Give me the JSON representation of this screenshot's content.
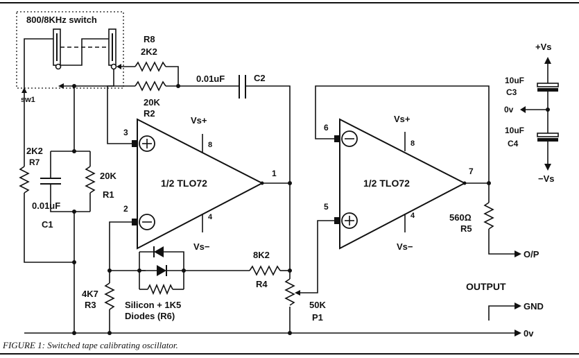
{
  "figure": {
    "caption": "FIGURE 1: Switched tape calibrating oscillator.",
    "switch_label": "800/8KHz switch",
    "switch_ref": "sw1"
  },
  "components": {
    "R8": {
      "ref": "R8",
      "value": "2K2"
    },
    "R2": {
      "ref": "R2",
      "value": "20K"
    },
    "R7": {
      "ref": "R7",
      "value": "2K2"
    },
    "R1": {
      "ref": "R1",
      "value": "20K"
    },
    "C1": {
      "ref": "C1",
      "value": "0.01uF"
    },
    "C2": {
      "ref": "C2",
      "value": "0.01uF"
    },
    "R3": {
      "ref": "R3",
      "value": "4K7"
    },
    "R4": {
      "ref": "R4",
      "value": "8K2"
    },
    "P1": {
      "ref": "P1",
      "value": "50K"
    },
    "R5": {
      "ref": "R5",
      "value": "560Ω"
    },
    "C3": {
      "ref": "C3",
      "value": "10uF"
    },
    "C4": {
      "ref": "C4",
      "value": "10uF"
    },
    "R6": {
      "text": "Silicon + 1K5",
      "text2": "Diodes (R6)"
    }
  },
  "opamps": {
    "u1": {
      "label": "1/2 TLO72",
      "vpos": "Vs+",
      "vneg": "Vs−",
      "pin_in_pos": "3",
      "pin_in_neg": "2",
      "pin_out": "1",
      "pin_vpos": "8",
      "pin_vneg": "4"
    },
    "u2": {
      "label": "1/2 TLO72",
      "vpos": "Vs+",
      "vneg": "Vs−",
      "pin_in_pos": "5",
      "pin_in_neg": "6",
      "pin_out": "7",
      "pin_vpos": "8",
      "pin_vneg": "4"
    }
  },
  "supply": {
    "pos": "+Vs",
    "zero": "0v",
    "neg": "−Vs"
  },
  "output": {
    "heading": "OUTPUT",
    "op": "O/P",
    "gnd": "GND",
    "zero": "0v"
  }
}
